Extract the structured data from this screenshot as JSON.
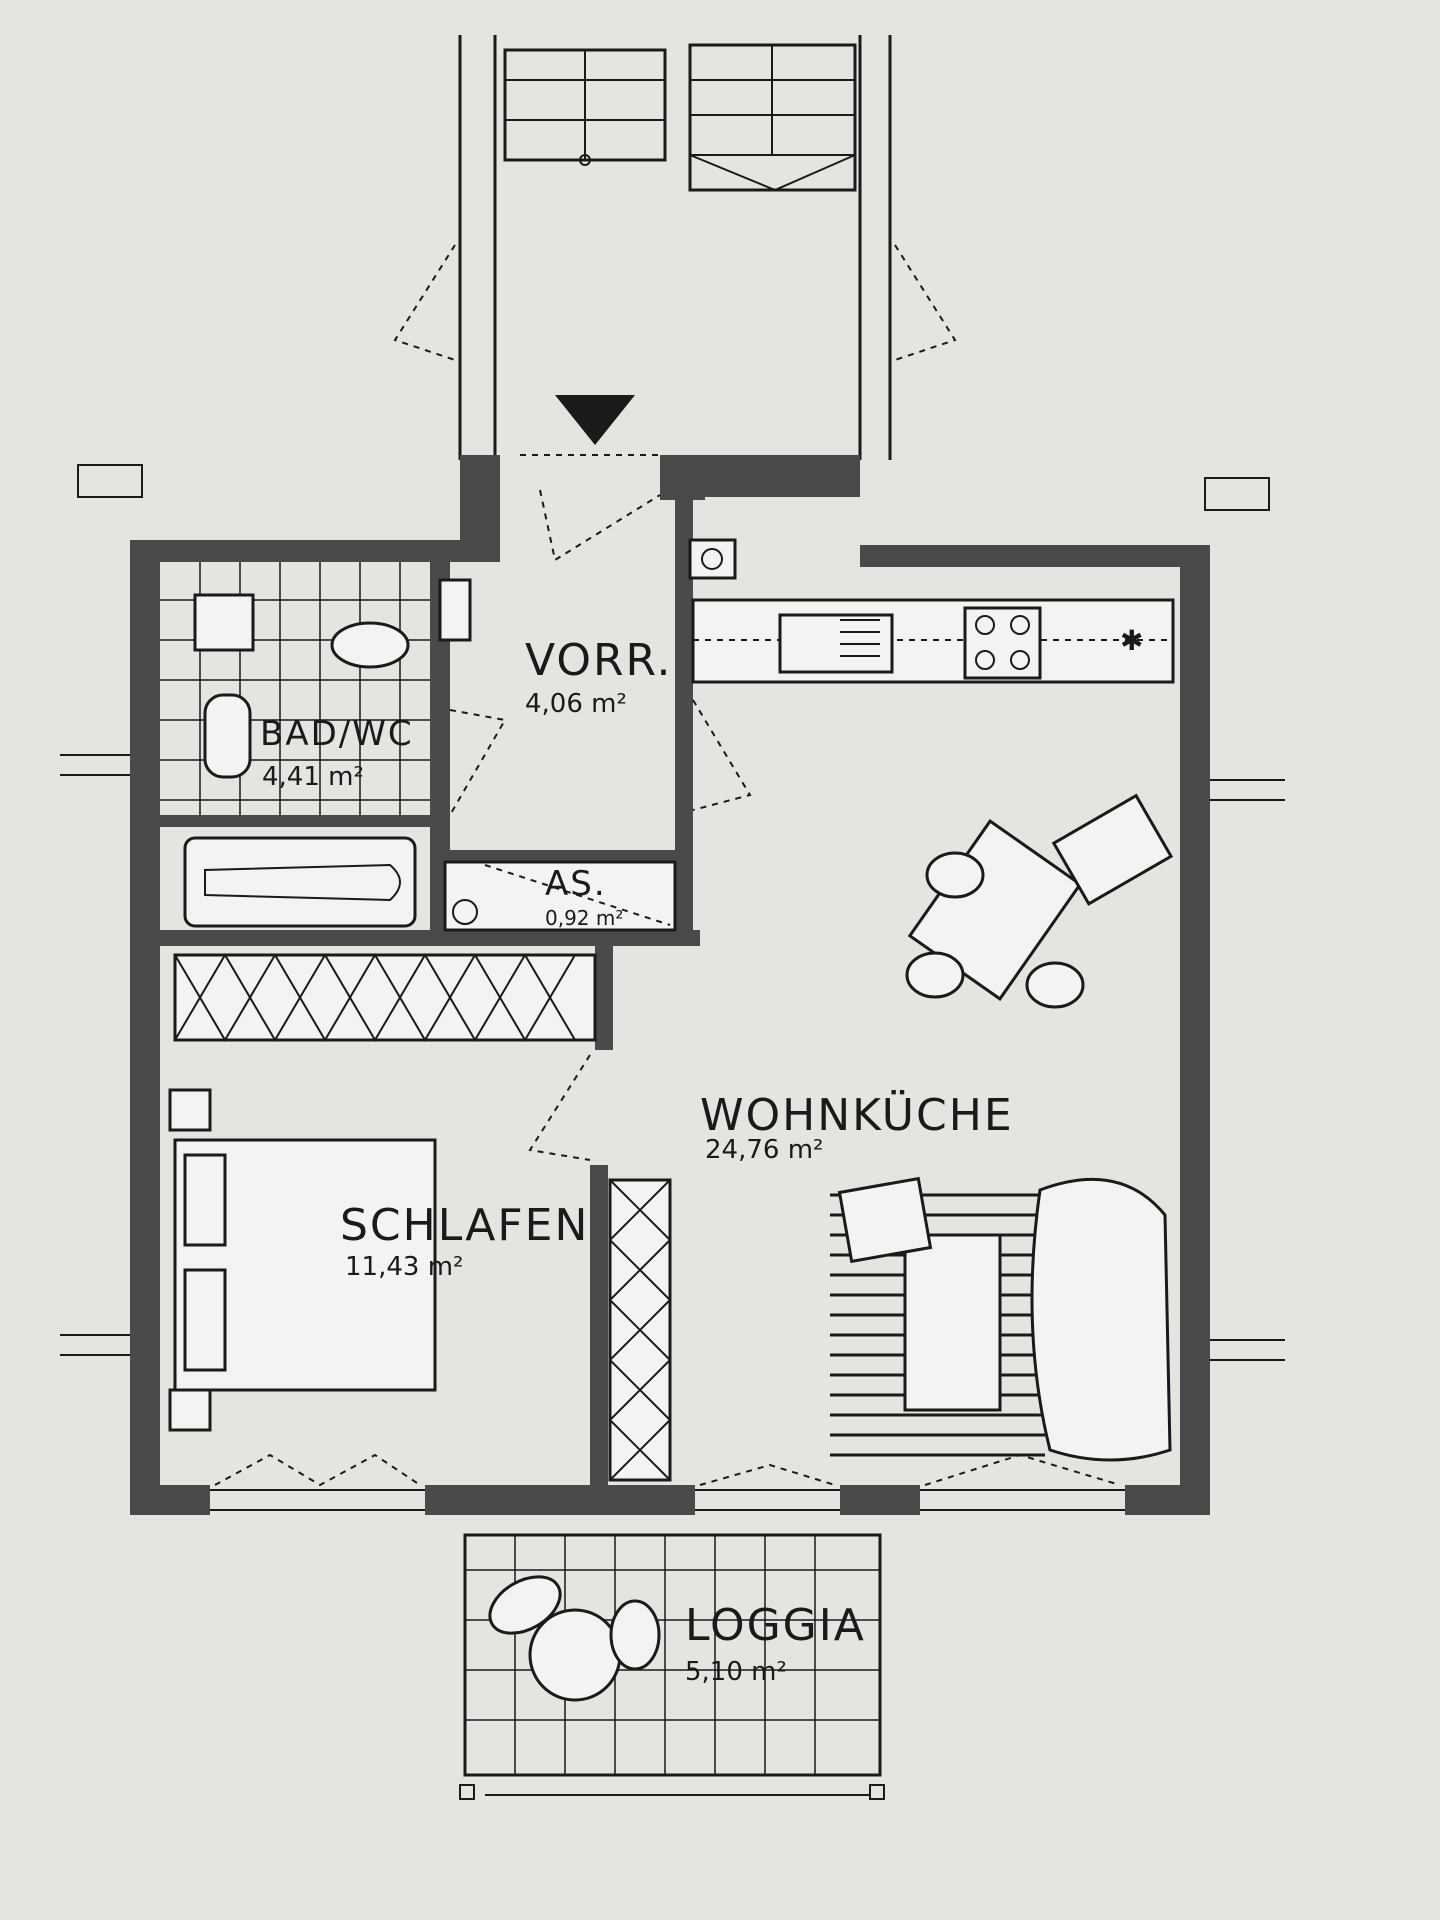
{
  "rooms": {
    "vorraum": {
      "name": "VORR.",
      "area": "4,06 m²"
    },
    "bad": {
      "name": "BAD/WC",
      "area": "4,41 m²"
    },
    "abstellraum": {
      "name": "AS.",
      "area": "0,92 m²"
    },
    "wohnkueche": {
      "name": "WOHNKÜCHE",
      "area": "24,76 m²"
    },
    "schlafen": {
      "name": "SCHLAFEN",
      "area": "11,43 m²"
    },
    "loggia": {
      "name": "LOGGIA",
      "area": "5,10 m²"
    }
  },
  "colors": {
    "paper": "#e6e4e0",
    "wall": "#4a4a4a",
    "ink": "#1a1a1a"
  }
}
